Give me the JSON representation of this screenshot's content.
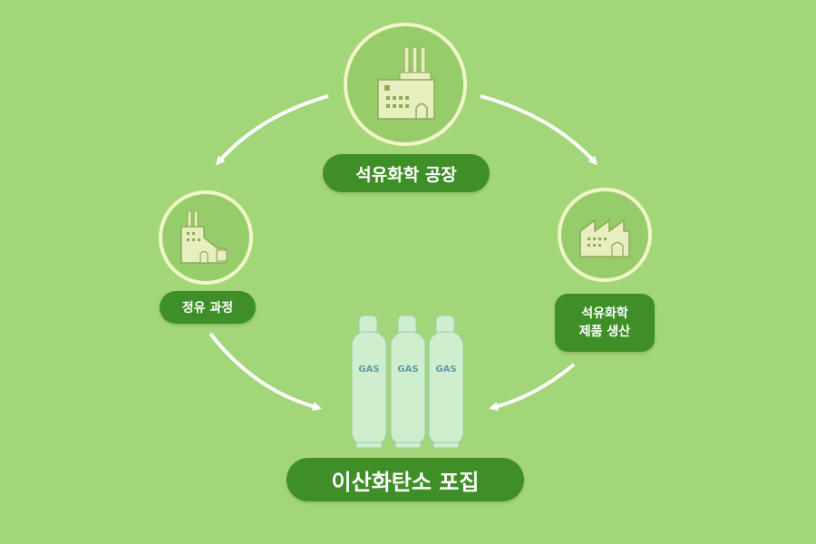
{
  "nodes": {
    "top": {
      "label": "석유화학 공장",
      "icon": "factory-smokestacks-icon"
    },
    "left": {
      "label": "정유 과정",
      "icon": "refinery-icon"
    },
    "right": {
      "line1": "석유화학",
      "line2": "제품 생산",
      "icon": "sawtooth-factory-icon"
    },
    "bottom": {
      "label": "이산화탄소 포집",
      "icon": "gas-cylinders-icon"
    }
  },
  "cylinders": [
    {
      "label": "GAS"
    },
    {
      "label": "GAS"
    },
    {
      "label": "GAS"
    }
  ],
  "colors": {
    "background": "#a3d678",
    "pill": "#3f8f28",
    "circle_fill": "#97cc6a",
    "circle_ring": "#f2f5c8",
    "icon_fill": "#e8efbf",
    "icon_stroke": "#8da85a",
    "cylinder": "#cfeecd",
    "cylinder_text": "#5c9aa5",
    "arrow": "#ffffff"
  }
}
